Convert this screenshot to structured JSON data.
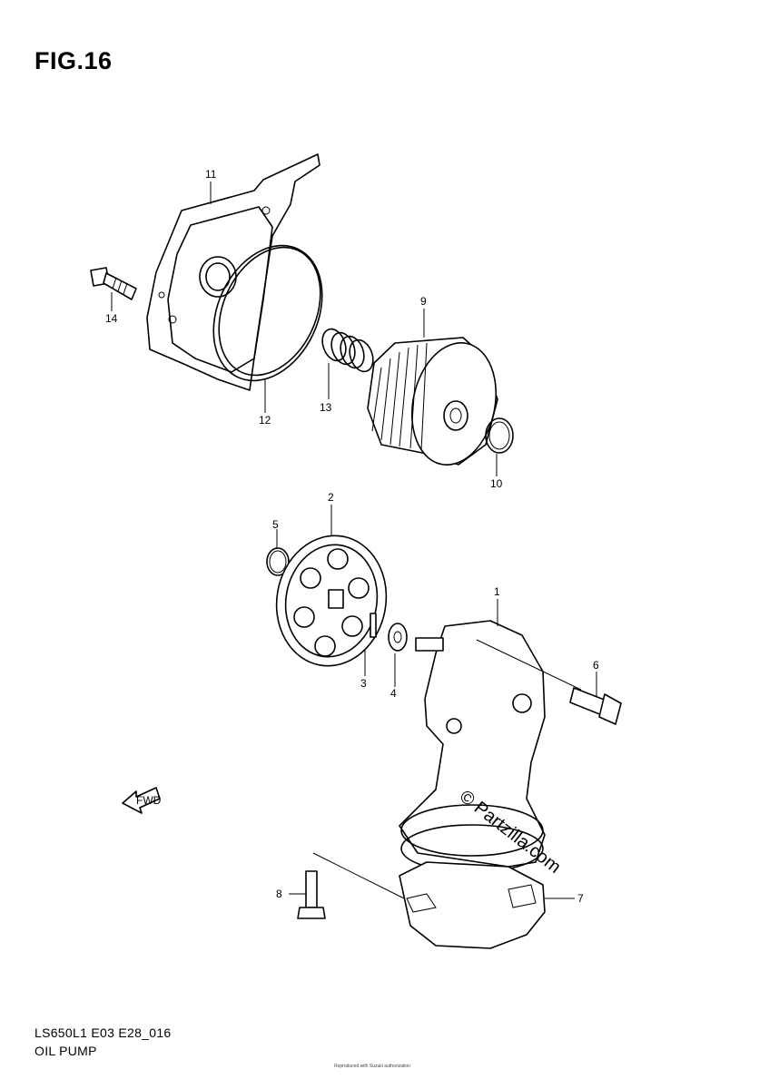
{
  "figure": {
    "title": "FIG.16"
  },
  "callouts": [
    "1",
    "2",
    "3",
    "4",
    "5",
    "6",
    "7",
    "8",
    "9",
    "10",
    "11",
    "12",
    "13",
    "14"
  ],
  "icons": {
    "forward_arrow": "FWD",
    "watermark": "© Partzilla.com"
  },
  "footer": {
    "code": "LS650L1 E03 E28_016",
    "name": "OIL PUMP",
    "copyright": "Reproduced with Suzuki authorization"
  }
}
